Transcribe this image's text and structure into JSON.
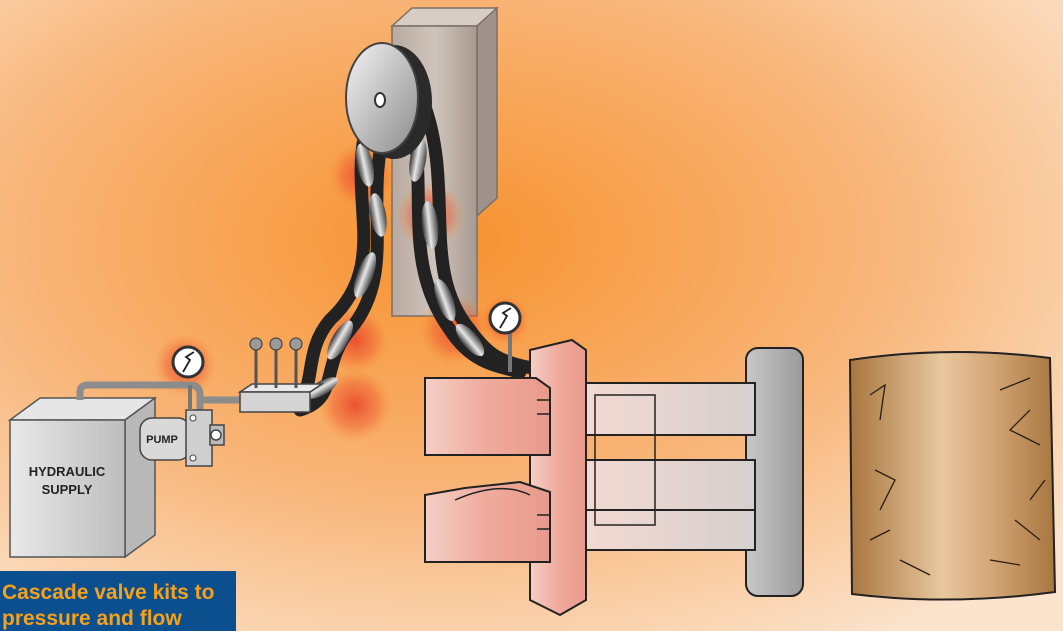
{
  "labels": {
    "hydraulic_supply_line1": "HYDRAULIC",
    "hydraulic_supply_line2": "SUPPLY",
    "pump": "PUMP"
  },
  "banner": {
    "line1": "Cascade valve kits to",
    "line2": "pressure and flow"
  },
  "colors": {
    "background": "#f6a55a",
    "banner_bg": "#0b4f8f",
    "banner_text": "#f5a11c",
    "heat_glow": "#e8402a",
    "attachment": "#f0b3a6",
    "load": "#c9955e"
  }
}
